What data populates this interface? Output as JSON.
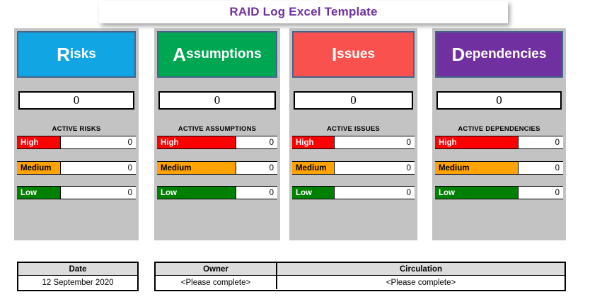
{
  "header": {
    "title": "RAID Log Excel Template",
    "title_color": "#7030A0"
  },
  "panels": [
    {
      "key": "risks",
      "heading_cap": "R",
      "heading_rest": "isks",
      "heading_color": "#12A5E4",
      "count": "0",
      "active_label": "ACTIVE RISKS",
      "rows": [
        {
          "severity": "High",
          "value": "0",
          "color": "#ff0000"
        },
        {
          "severity": "Medium",
          "value": "0",
          "color": "#ffa300"
        },
        {
          "severity": "Low",
          "value": "0",
          "color": "#008000"
        }
      ]
    },
    {
      "key": "assumptions",
      "heading_cap": "A",
      "heading_rest": "ssumptions",
      "heading_color": "#00A651",
      "count": "0",
      "active_label": "ACTIVE ASSUMPTIONS",
      "rows": [
        {
          "severity": "High",
          "value": "0",
          "color": "#ff0000"
        },
        {
          "severity": "Medium",
          "value": "0",
          "color": "#ffa300"
        },
        {
          "severity": "Low",
          "value": "0",
          "color": "#008000"
        }
      ]
    },
    {
      "key": "issues",
      "heading_cap": "I",
      "heading_rest": "ssues",
      "heading_color": "#F9524E",
      "count": "0",
      "active_label": "ACTIVE ISSUES",
      "rows": [
        {
          "severity": "High",
          "value": "0",
          "color": "#ff0000"
        },
        {
          "severity": "Medium",
          "value": "0",
          "color": "#ffa300"
        },
        {
          "severity": "Low",
          "value": "0",
          "color": "#008000"
        }
      ]
    },
    {
      "key": "dependencies",
      "heading_cap": "D",
      "heading_rest": "ependencies",
      "heading_color": "#7030A0",
      "count": "0",
      "active_label": "ACTIVE DEPENDENCIES",
      "rows": [
        {
          "severity": "High",
          "value": "0",
          "color": "#ff0000"
        },
        {
          "severity": "Medium",
          "value": "0",
          "color": "#ffa300"
        },
        {
          "severity": "Low",
          "value": "0",
          "color": "#008000"
        }
      ]
    }
  ],
  "footer": {
    "date": {
      "header": "Date",
      "value": "12 September 2020"
    },
    "owner": {
      "header": "Owner",
      "value": "<Please complete>"
    },
    "circulation": {
      "header": "Circulation",
      "value": "<Please complete>"
    }
  }
}
